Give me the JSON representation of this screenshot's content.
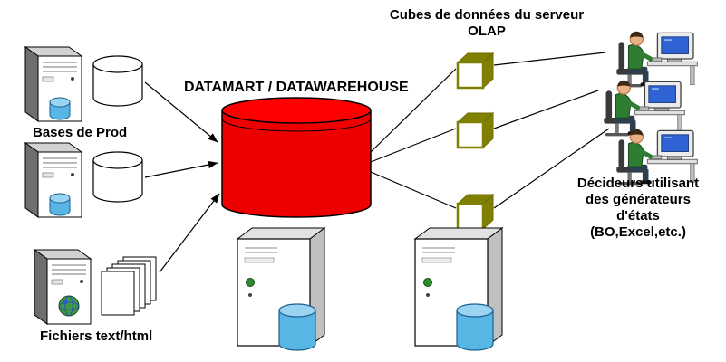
{
  "diagram": {
    "olap_title": {
      "line1": "Cubes de données du serveur",
      "line2": "OLAP"
    },
    "datamart_label": "DATAMART / DATAWAREHOUSE",
    "bases_label": "Bases de Prod",
    "fichiers_label": "Fichiers text/html",
    "decideurs": {
      "line1": "Décideurs utilisant",
      "line2": "des générateurs",
      "line3": "d'états",
      "line4": "(BO,Excel,etc.)"
    },
    "colors": {
      "datamart_cylinder": "#ff0000",
      "olap_cube": "#808000",
      "database_blue": "#58b6e4",
      "connector_line": "#000000",
      "background": "#ffffff"
    }
  }
}
